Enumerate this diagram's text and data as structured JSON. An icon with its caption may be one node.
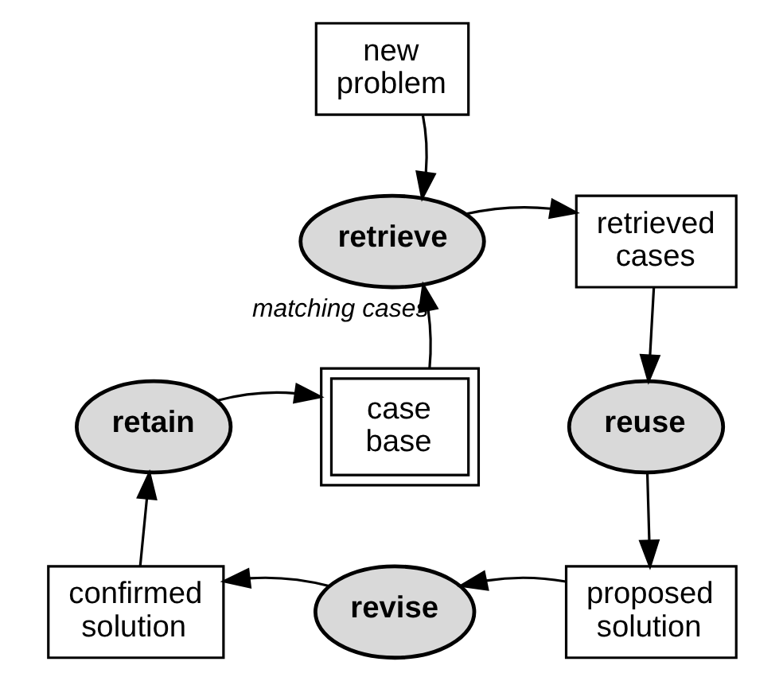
{
  "diagram": {
    "nodes": [
      {
        "text": [
          "new problem"
        ]
      },
      {
        "text": [
          "retrieve"
        ]
      },
      {
        "text": [
          "retrieved cases"
        ]
      },
      {
        "text": [
          "reuse"
        ]
      },
      {
        "text": [
          "proposed solution"
        ]
      },
      {
        "text": [
          "revise"
        ]
      },
      {
        "text": [
          "confirmed solution"
        ]
      },
      {
        "text": [
          "retain"
        ]
      },
      {
        "text": [
          "case base"
        ]
      }
    ],
    "edges": [
      {
        "from": 0,
        "to": 1,
        "arrow": "to"
      },
      {
        "from": 1,
        "to": 2,
        "arrow": "to"
      },
      {
        "from": 2,
        "to": 3,
        "arrow": "to"
      },
      {
        "from": 3,
        "to": 4,
        "arrow": "to"
      },
      {
        "from": 4,
        "to": 5,
        "arrow": "to"
      },
      {
        "from": 5,
        "to": 6,
        "arrow": "to"
      },
      {
        "from": 6,
        "to": 7,
        "arrow": "to"
      },
      {
        "from": 7,
        "to": 8,
        "arrow": "to"
      },
      {
        "from": 8,
        "to": 1,
        "arrow": "to",
        "label": "matching cases"
      }
    ]
  }
}
